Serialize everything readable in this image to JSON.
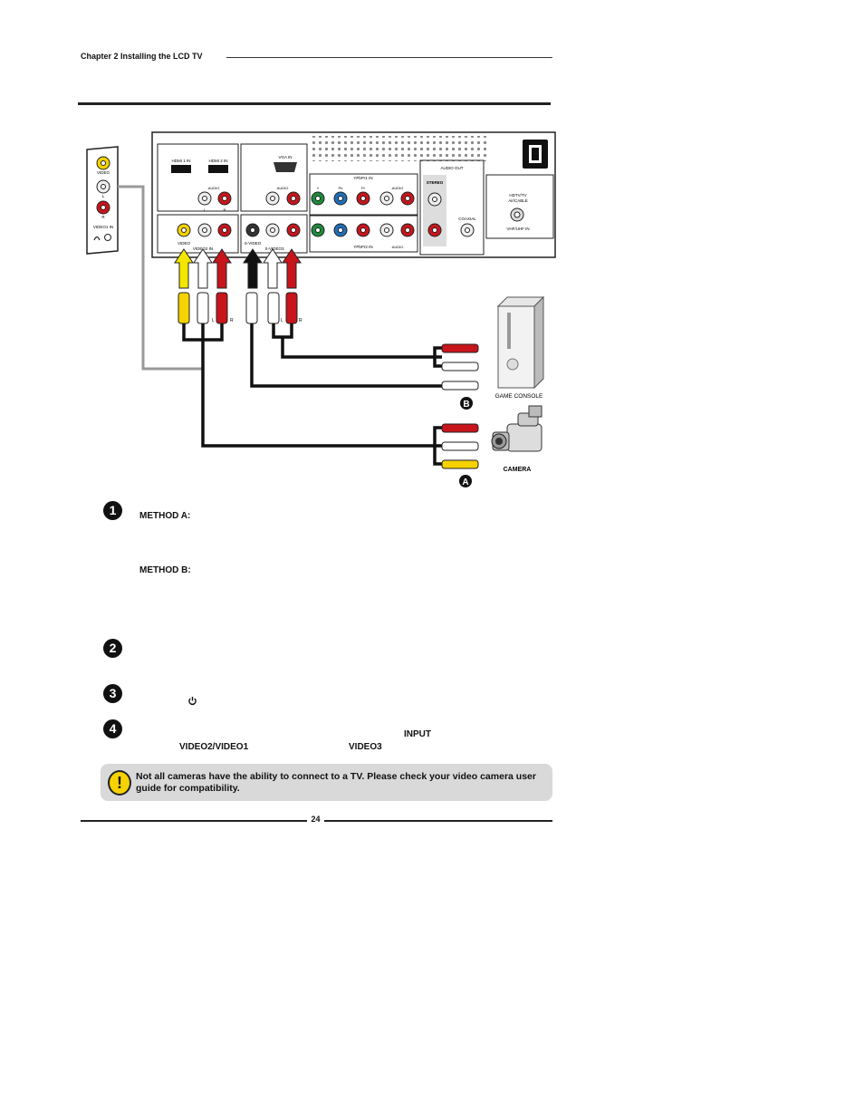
{
  "header": {
    "chapter": "Chapter 2 Installing the LCD TV"
  },
  "diagram": {
    "side_panel": {
      "video": "VIDEO",
      "l": "L",
      "r": "R",
      "input": "VIDEO1 IN"
    },
    "rear_panel": {
      "hdmi1": "HDMI 1 IN",
      "hdmi2": "HDMI 2 IN",
      "vga": "VGA IN",
      "audio": "AUDIO",
      "l": "L",
      "r": "R",
      "ypbpr1": "YPbPr1 IN",
      "ypbpr2": "YPbPr2 IN",
      "y": "Y",
      "pb": "Pb",
      "pr": "Pr",
      "audio_out": "AUDIO OUT",
      "stereo": "STEREO",
      "coaxial": "COAXIAL",
      "hdtv": "HDTV/TV",
      "air_cable": "Air/CABLE",
      "vhf": "VHF/UHF IN",
      "video": "VIDEO",
      "video2": "VIDEO2 IN",
      "svideo": "S-VIDEO",
      "svideo3": "S-VIDEO3"
    },
    "plug_l": "L",
    "plug_r": "R",
    "badge_a": "A",
    "badge_b": "B",
    "game_console": "GAME CONSOLE",
    "camera": "CAMERA"
  },
  "steps": {
    "n1": "1",
    "n2": "2",
    "n3": "3",
    "n4": "4",
    "method_a": "METHOD A:",
    "method_b": "METHOD B:",
    "input": "INPUT",
    "video21": "VIDEO2/VIDEO1",
    "video3": "VIDEO3"
  },
  "note": {
    "icon": "!",
    "text": "Not all cameras have the ability to connect to a TV. Please check your video camera user guide for compatibility."
  },
  "footer": {
    "page": "24"
  },
  "colors": {
    "yellow": "#f5d200",
    "red": "#c8151b",
    "green": "#1e8a3c",
    "blue": "#1f6fb8"
  }
}
